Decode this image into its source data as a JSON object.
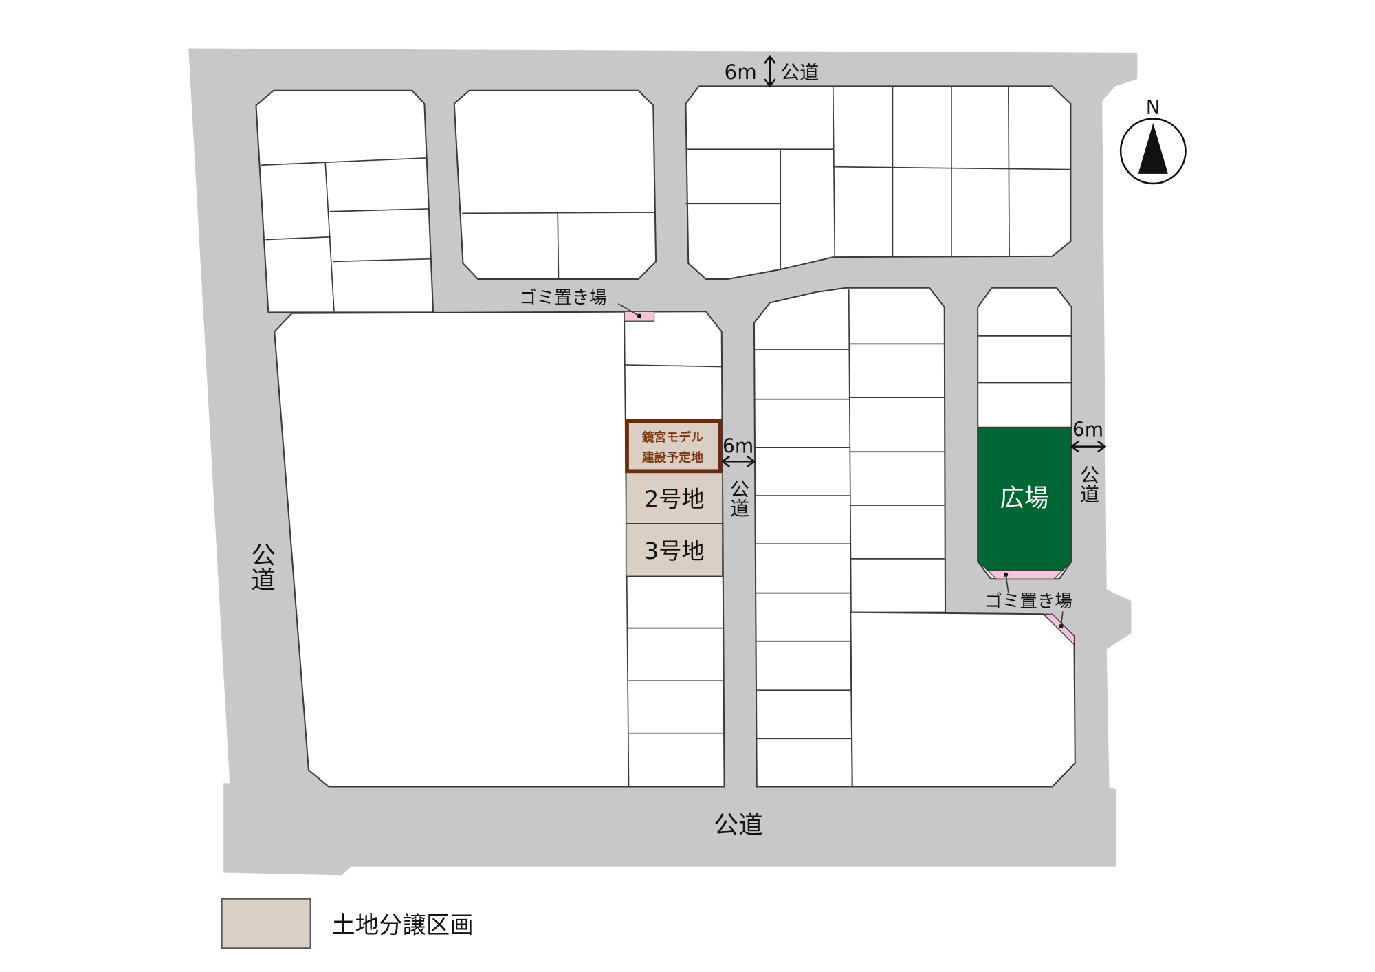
{
  "roads": {
    "top_width": "6m",
    "top_label": "公道",
    "left_label": "公道",
    "bottom_label": "公道",
    "center_width": "6m",
    "center_label": "公道",
    "right_width": "6m",
    "right_label": "公道"
  },
  "garbage": {
    "north_label": "ゴミ置き場",
    "east_label": "ゴミ置き場"
  },
  "lots": {
    "model_line1": "鏡宮モデル",
    "model_line2": "建設予定地",
    "lot2": "2号地",
    "lot3": "3号地"
  },
  "plaza": {
    "label": "広場"
  },
  "compass": {
    "label": "N"
  },
  "legend": {
    "label": "土地分譲区画"
  },
  "colors": {
    "road": "#c8c8c8",
    "lot": "#dbcfc4",
    "plaza": "#006633",
    "model_border": "#6b2a0b",
    "garbage": "#f3c4dc"
  }
}
